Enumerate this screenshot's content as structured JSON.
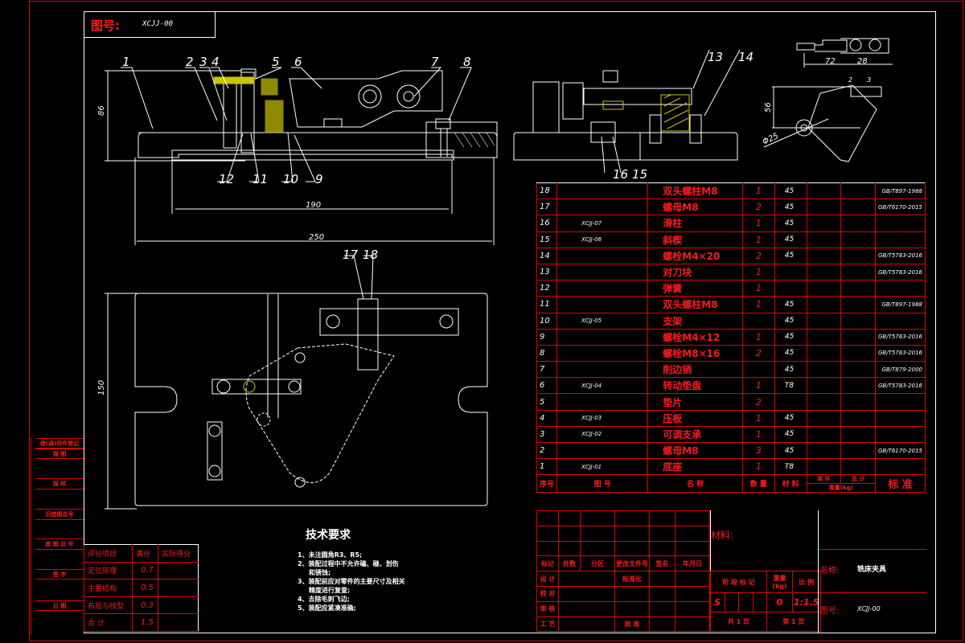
{
  "drawing": {
    "title_tab": {
      "label": "图号:",
      "value": "XCJJ-00"
    },
    "front_view": {
      "callouts": [
        "1",
        "2",
        "3",
        "4",
        "5",
        "6",
        "7",
        "8",
        "9",
        "10",
        "11",
        "12"
      ],
      "dims": {
        "height": "86",
        "inner_width": "190",
        "overall_width": "250"
      }
    },
    "side_view": {
      "callouts": [
        "13",
        "14",
        "15",
        "16"
      ]
    },
    "top_view": {
      "callouts": [
        "17",
        "18"
      ],
      "dims": {
        "height": "150"
      }
    },
    "detail_view": {
      "dims": {
        "d1": "72",
        "d2": "28",
        "d3": "56",
        "diameter": "Φ25",
        "n2": "2",
        "n3": "3"
      }
    }
  },
  "parts_list": {
    "rows": [
      {
        "no": "18",
        "drawing_no": "",
        "name": "双头螺柱M8",
        "qty": "1",
        "material": "45",
        "standard": "GB/T897-1988"
      },
      {
        "no": "17",
        "drawing_no": "",
        "name": "螺母M8",
        "qty": "2",
        "material": "45",
        "standard": "GB/T6170-2015"
      },
      {
        "no": "16",
        "drawing_no": "XCJJ-07",
        "name": "滑柱",
        "qty": "1",
        "material": "45",
        "standard": ""
      },
      {
        "no": "15",
        "drawing_no": "XCJJ-06",
        "name": "斜楔",
        "qty": "1",
        "material": "45",
        "standard": ""
      },
      {
        "no": "14",
        "drawing_no": "",
        "name": "螺栓M4×20",
        "qty": "2",
        "material": "45",
        "standard": "GB/T5783-2016"
      },
      {
        "no": "13",
        "drawing_no": "",
        "name": "对刀块",
        "qty": "1",
        "material": "",
        "standard": "GB/T5783-2016"
      },
      {
        "no": "12",
        "drawing_no": "",
        "name": "弹簧",
        "qty": "1",
        "material": "",
        "standard": ""
      },
      {
        "no": "11",
        "drawing_no": "",
        "name": "双头螺柱M8",
        "qty": "1",
        "material": "45",
        "standard": "GB/T897-1988"
      },
      {
        "no": "10",
        "drawing_no": "XCJJ-05",
        "name": "支架",
        "qty": "",
        "material": "45",
        "standard": ""
      },
      {
        "no": "9",
        "drawing_no": "",
        "name": "螺栓M4×12",
        "qty": "1",
        "material": "45",
        "standard": "GB/T5783-2016"
      },
      {
        "no": "8",
        "drawing_no": "",
        "name": "螺栓M8×16",
        "qty": "2",
        "material": "45",
        "standard": "GB/T5783-2016"
      },
      {
        "no": "7",
        "drawing_no": "",
        "name": "削边销",
        "qty": "",
        "material": "45",
        "standard": "GB/T879-2000"
      },
      {
        "no": "6",
        "drawing_no": "XCJJ-04",
        "name": "转动垫盘",
        "qty": "1",
        "material": "T8",
        "standard": "GB/T5783-2016"
      },
      {
        "no": "5",
        "drawing_no": "",
        "name": "垫片",
        "qty": "2",
        "material": "",
        "standard": ""
      },
      {
        "no": "4",
        "drawing_no": "XCJJ-03",
        "name": "压板",
        "qty": "1",
        "material": "45",
        "standard": ""
      },
      {
        "no": "3",
        "drawing_no": "XCJJ-02",
        "name": "可调支承",
        "qty": "1",
        "material": "45",
        "standard": ""
      },
      {
        "no": "2",
        "drawing_no": "",
        "name": "螺母M8",
        "qty": "3",
        "material": "45",
        "standard": "GB/T6170-2015"
      },
      {
        "no": "1",
        "drawing_no": "XCJJ-01",
        "name": "底座",
        "qty": "1",
        "material": "T8",
        "standard": ""
      }
    ],
    "headers": {
      "no": "序号",
      "drawing_no": "图  号",
      "name": "名    称",
      "qty": "数 量",
      "material": "材 料",
      "unit_weight": "单 件",
      "total_weight": "总 计",
      "weight": "重量(kg)",
      "standard": "标 准"
    }
  },
  "sidebar": {
    "items": [
      "借(通)用件登记",
      "描  图",
      "描  校",
      "旧底图总号",
      "底 图 总 号",
      "签    字",
      "日    期"
    ]
  },
  "score_table": {
    "headers": [
      "评分项目",
      "满分",
      "实际得分"
    ],
    "rows": [
      {
        "item": "定位原理",
        "max": "0.7",
        "actual": ""
      },
      {
        "item": "主要结构",
        "max": "0.5",
        "actual": ""
      },
      {
        "item": "布局与线型",
        "max": "0.3",
        "actual": ""
      },
      {
        "item": "合    计",
        "max": "1.5",
        "actual": ""
      }
    ]
  },
  "tech_requirements": {
    "title": "技术要求",
    "lines": [
      "1、未注圆角R3、R5;",
      "2、装配过程中不允许磕、碰、划伤",
      "和锈蚀;",
      "3、装配前应对零件的主要尺寸及相关",
      "精度进行复查;",
      "4、去除毛刺飞边;",
      "5、装配应紧凑准确;"
    ]
  },
  "title_block": {
    "revision_headers": [
      "标记",
      "处数",
      "分区",
      "更改文件号",
      "签名",
      "年月日"
    ],
    "sign_rows": [
      {
        "label": "设 计",
        "mid": "标准化"
      },
      {
        "label": "校 对",
        "mid": ""
      },
      {
        "label": "审 核",
        "mid": ""
      },
      {
        "label": "工 艺",
        "mid": "批 准"
      }
    ],
    "material_label": "材料:",
    "stage_label": "阶 段 标 记",
    "weight_label": "重量(kg)",
    "scale_label": "比 例",
    "stage_value": "S",
    "weight_value": "0",
    "scale_value": "1:1.5",
    "total_pages": "共 1 页",
    "page_no": "第 1 页",
    "name_label": "名称:",
    "name_value": "铣床夹具",
    "drawing_no_label": "图号:",
    "drawing_no_value": "XCJJ-00"
  }
}
